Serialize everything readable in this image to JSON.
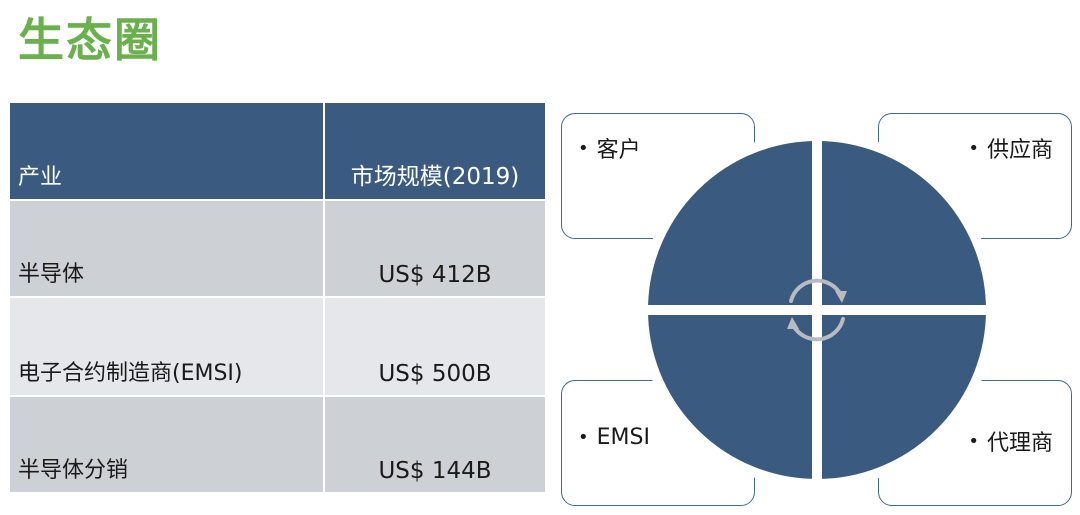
{
  "title": "生态圈",
  "table": {
    "headers": [
      "产业",
      "市场规模(2019)"
    ],
    "rows": [
      {
        "industry": "半导体",
        "size": "US$ 412B"
      },
      {
        "industry": "电子合约制造商(EMSI)",
        "size": "US$ 500B"
      },
      {
        "industry": "半导体分销",
        "size": "US$ 144B"
      }
    ]
  },
  "ecosystem": {
    "nodes": {
      "top_left": "客户",
      "top_right": "供应商",
      "bottom_left": "EMSI",
      "bottom_right": "代理商"
    },
    "bullet": "•",
    "colors": {
      "quadrant": "#3a5a80",
      "box_border": "#3f6a93",
      "arrows": "#b8bcc2"
    }
  },
  "colors": {
    "title": "#6ab04c",
    "header_bg": "#3a5a80",
    "row_dark": "#cdd1d6",
    "row_light": "#e6e7ea"
  }
}
